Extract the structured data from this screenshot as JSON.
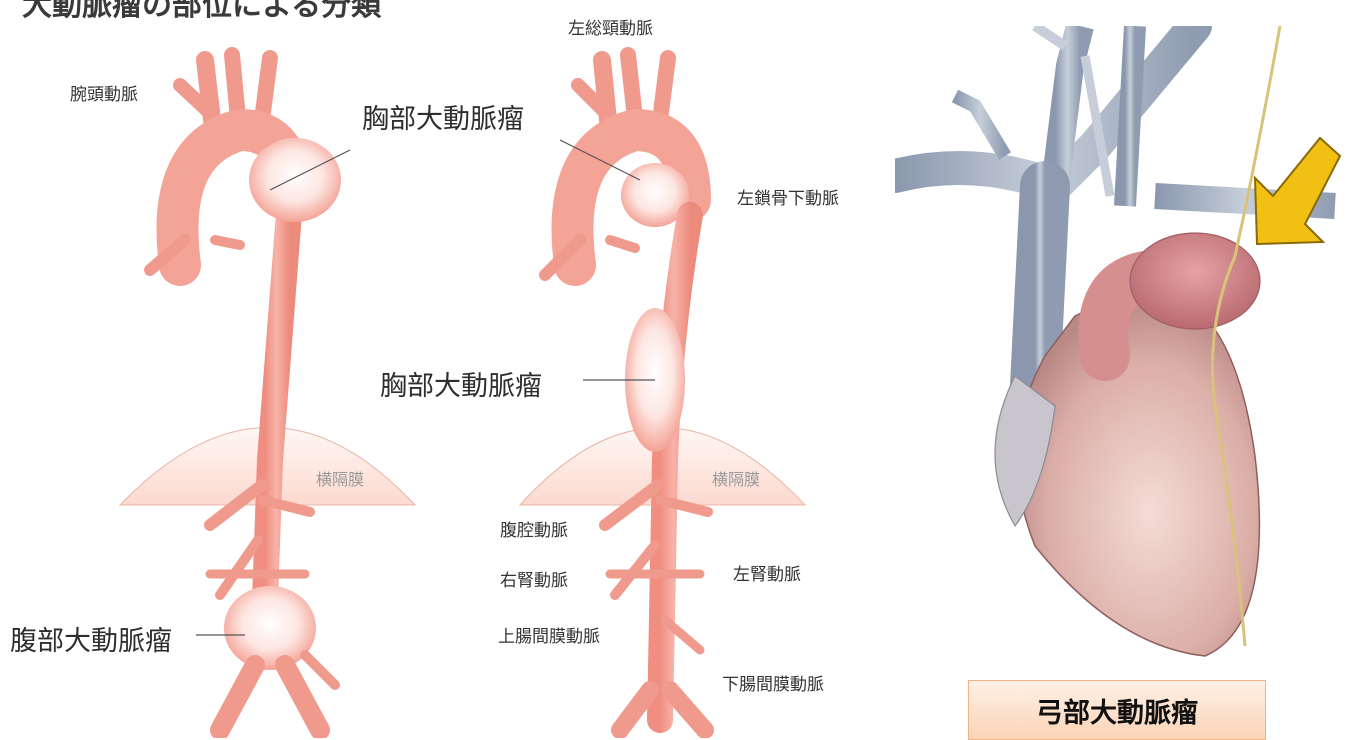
{
  "title": "大動脈瘤の部位による分類",
  "left_figure": {
    "brachiocephalic": "腕頭動脈",
    "thoracic_aneurysm": "胸部大動脈瘤",
    "diaphragm": "横隔膜",
    "abdominal_aneurysm": "腹部大動脈瘤"
  },
  "middle_figure": {
    "left_common_carotid": "左総頸動脈",
    "left_subclavian": "左鎖骨下動脈",
    "thoracic_aneurysm": "胸部大動脈瘤",
    "diaphragm": "横隔膜",
    "celiac": "腹腔動脈",
    "right_renal": "右腎動脈",
    "left_renal": "左腎動脈",
    "superior_mesenteric": "上腸間膜動脈",
    "inferior_mesenteric": "下腸間膜動脈"
  },
  "right_figure": {
    "caption": "弓部大動脈瘤",
    "arrow_color": "#f2c012"
  },
  "colors": {
    "artery": "#f4a397",
    "artery_dark": "#e98577",
    "bulge": "#fde5e0",
    "diaphragm": "#fde3da"
  }
}
